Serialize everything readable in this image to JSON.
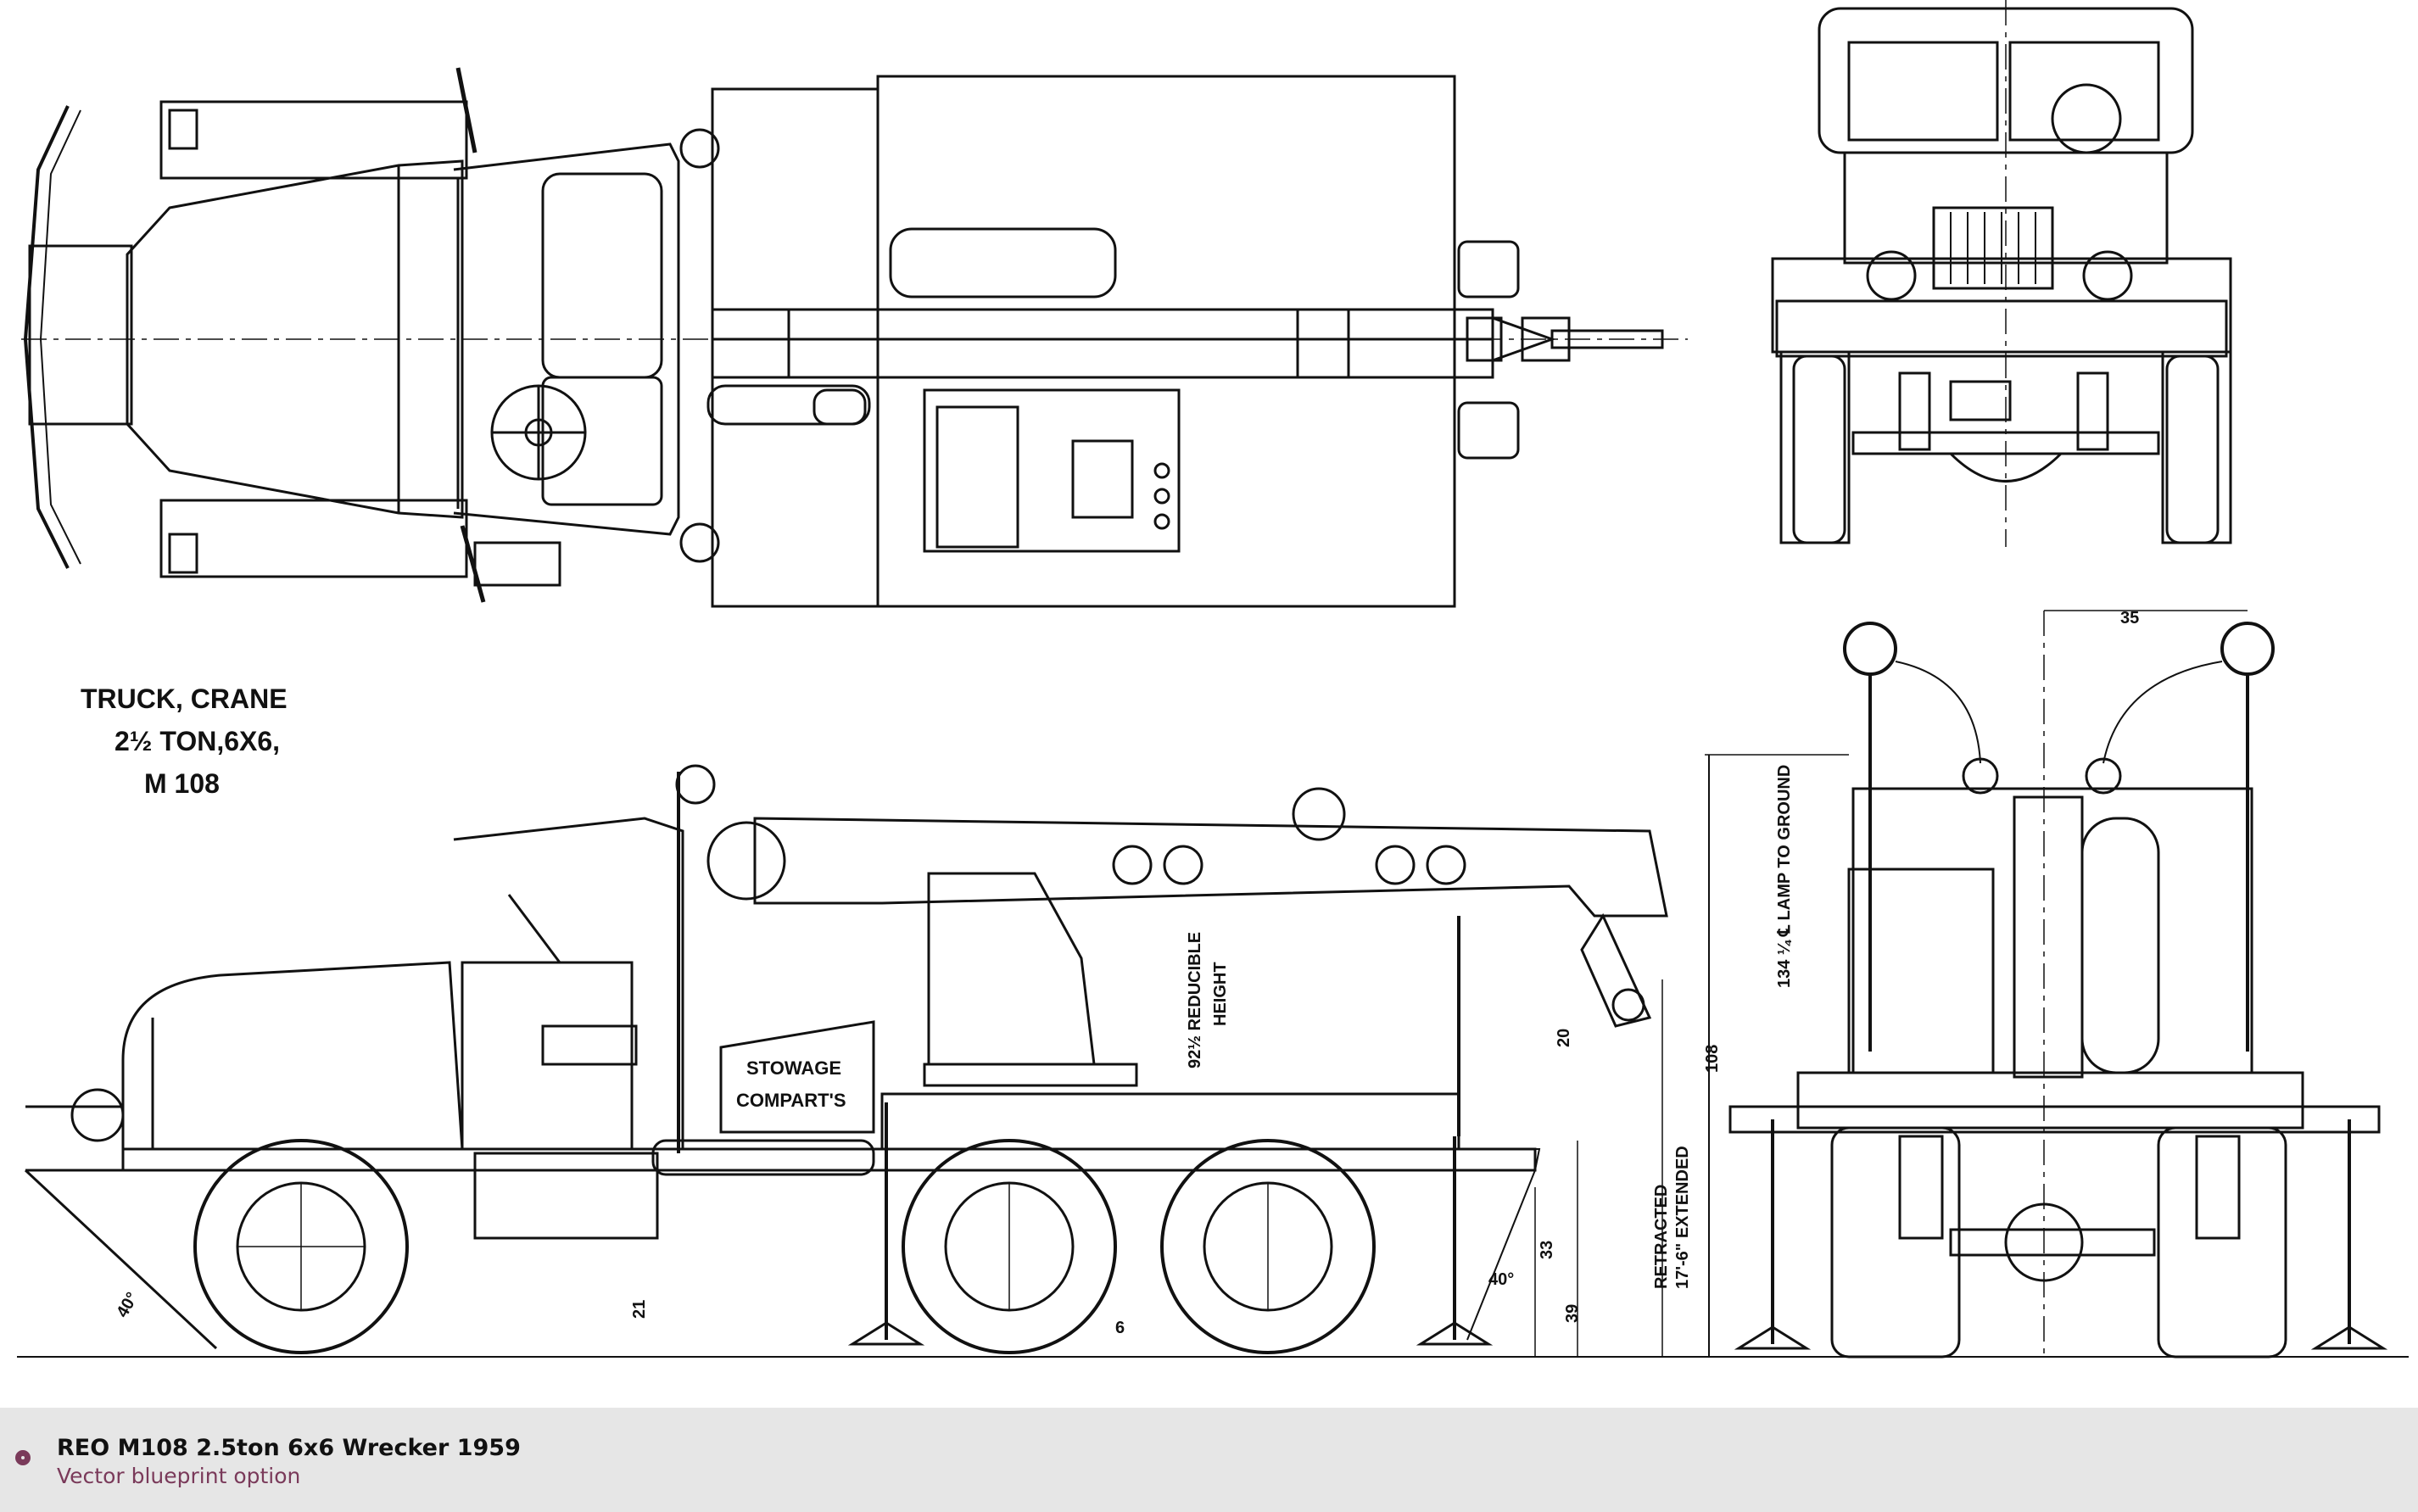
{
  "drawing": {
    "caption_lines": [
      "TRUCK, CRANE",
      "2½ TON,6X6,",
      "M 108"
    ],
    "stowage_label": [
      "STOWAGE",
      "COMPART'S"
    ],
    "dimensions": {
      "reducible_height": "92½ REDUCIBLE",
      "height": "HEIGHT",
      "boom_retracted": "RETRACTED",
      "boom_extended": "17'-6\" EXTENDED",
      "lamp_to_ground": "134 ¼ ℄ LAMP TO GROUND",
      "overall_height": "108",
      "dim_33": "33",
      "dim_39": "39",
      "dim_21": "21",
      "dim_20": "20",
      "dim_6": "6",
      "dim_35": "35",
      "angle_front": "40°",
      "angle_rear": "40°"
    }
  },
  "footer": {
    "title": "REO M108 2.5ton 6x6 Wrecker 1959",
    "subtitle": "Vector blueprint option"
  },
  "colors": {
    "accent": "#7a3a5a",
    "footer_bg": "#e6e6e6",
    "line": "#111111"
  }
}
